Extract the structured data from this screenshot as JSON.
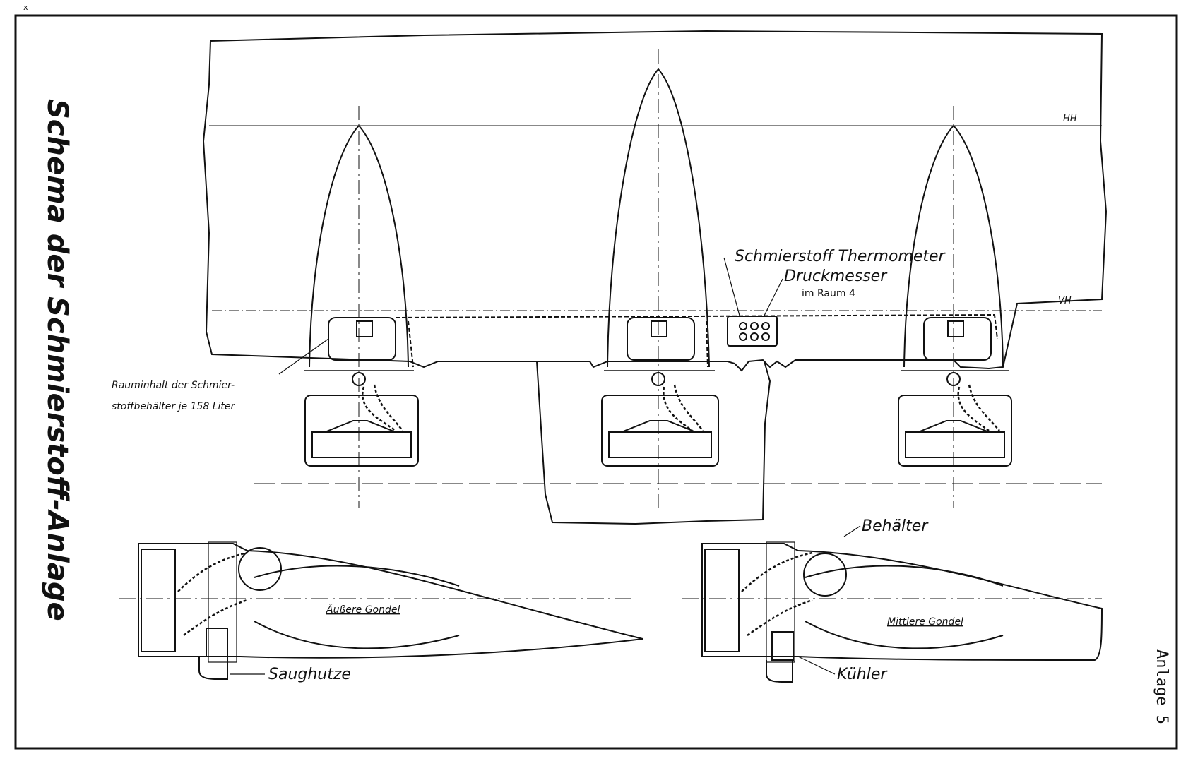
{
  "title": "Schema der Schmierstoff-Anlage",
  "sheet_label": "Anlage 5",
  "corner_mark": "x",
  "axis_labels": {
    "hh": "HH",
    "vh": "VH"
  },
  "labels": {
    "thermometer": "Schmierstoff Thermometer",
    "pressure_gauge": "Druckmesser",
    "room": "im Raum 4",
    "capacity_line1": "Rauminhalt der Schmier-",
    "capacity_line2": "stoffbehälter je 158 Liter",
    "tank": "Behälter",
    "cooler": "Kühler",
    "intake": "Saughutze",
    "outer_nacelle": "Äußere Gondel",
    "middle_nacelle": "Mittlere Gondel"
  },
  "colors": {
    "ink": "#111111",
    "paper": "#ffffff"
  }
}
